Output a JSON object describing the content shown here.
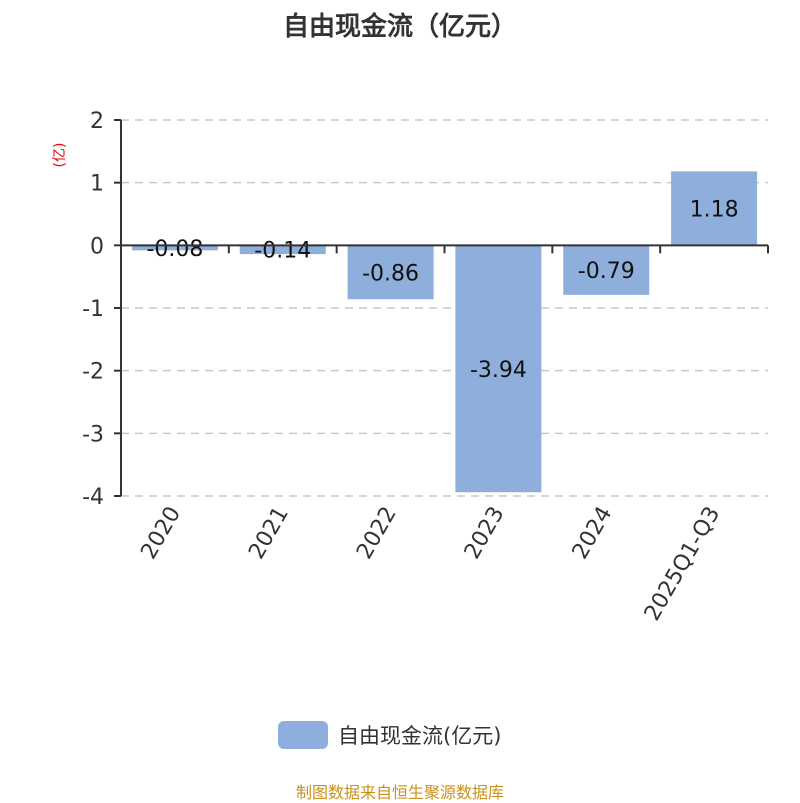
{
  "chart_data": {
    "type": "bar",
    "title": "自由现金流（亿元）",
    "ylabel": "(亿)",
    "xlabel": "",
    "categories": [
      "2020",
      "2021",
      "2022",
      "2023",
      "2024",
      "2025Q1-Q3"
    ],
    "series": [
      {
        "name": "自由现金流(亿元)",
        "values": [
          -0.08,
          -0.14,
          -0.86,
          -3.94,
          -0.79,
          1.18
        ],
        "color": "#8eafdb"
      }
    ],
    "data_labels": [
      "-0.08",
      "-0.14",
      "-0.86",
      "-3.94",
      "-0.79",
      "1.18"
    ],
    "ylim": [
      -4,
      2
    ],
    "yticks": [
      "2",
      "1",
      "0",
      "-1",
      "-2",
      "-3",
      "-4"
    ],
    "grid": true,
    "legend_position": "bottom"
  },
  "source": "制图数据来自恒生聚源数据库"
}
